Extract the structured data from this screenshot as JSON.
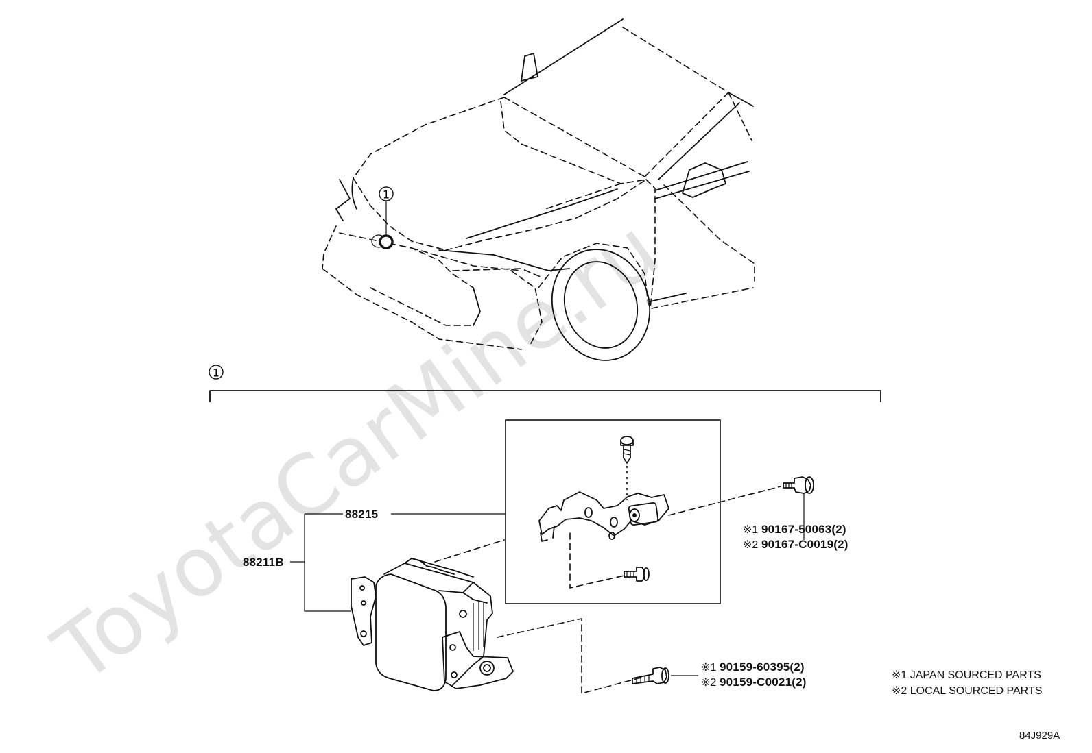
{
  "watermark": "ToyotaCarMine.ru",
  "callout": {
    "ref": "1"
  },
  "assembly": {
    "ref": "1"
  },
  "parts": {
    "bracket": "88215",
    "sensor": "88211B",
    "bolt_upper": {
      "line1_mark": "※1",
      "line1": "90167-50063(2)",
      "line2_mark": "※2",
      "line2": "90167-C0019(2)"
    },
    "bolt_lower": {
      "line1_mark": "※1",
      "line1": "90159-60395(2)",
      "line2_mark": "※2",
      "line2": "90159-C0021(2)"
    }
  },
  "legend": {
    "line1": "※1 JAPAN SOURCED PARTS",
    "line2": "※2 LOCAL SOURCED PARTS"
  },
  "drawing_code": "84J929A"
}
